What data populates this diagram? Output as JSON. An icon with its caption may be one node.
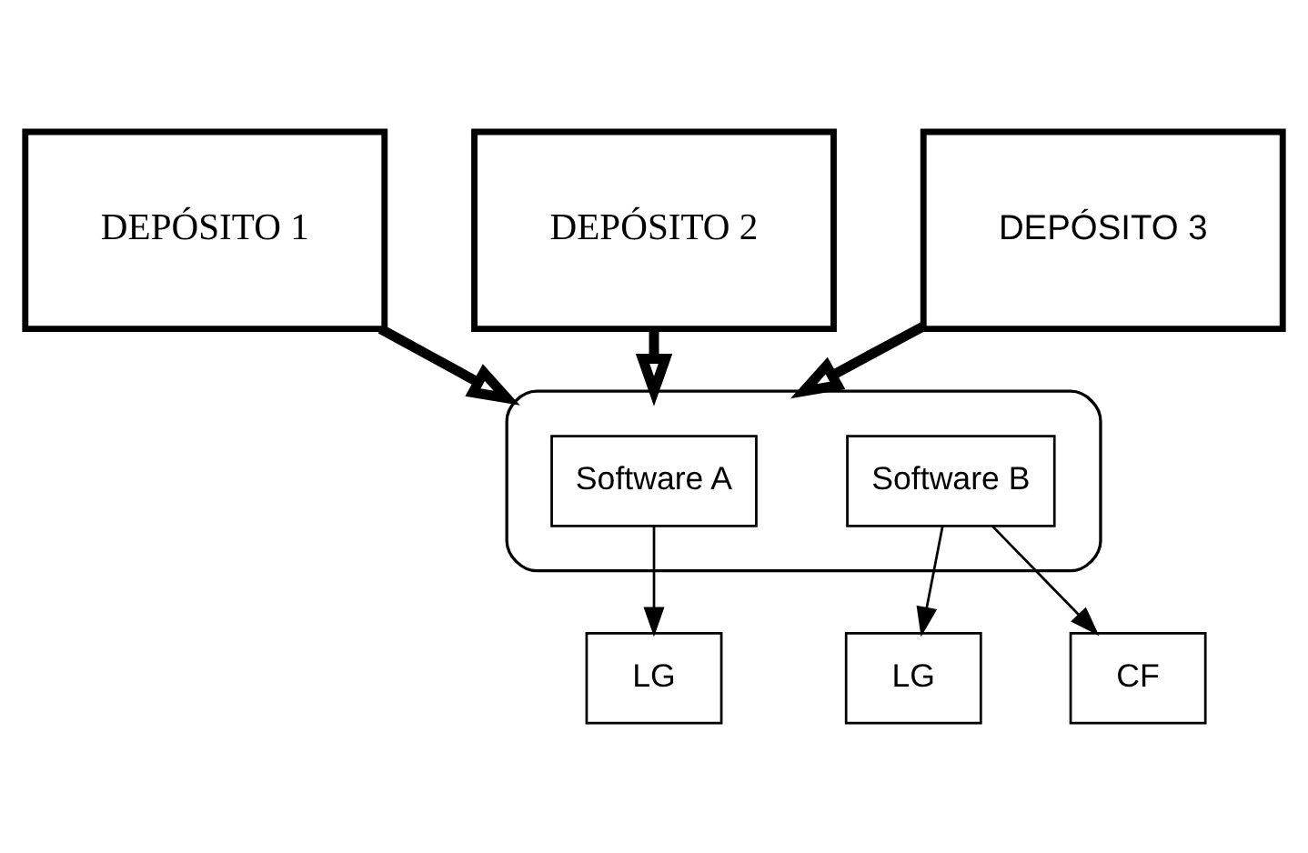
{
  "diagram": {
    "nodes": [
      {
        "text": [
          "DEPÓSITO 1"
        ]
      },
      {
        "text": [
          "DEPÓSITO 2"
        ]
      },
      {
        "text": [
          "DEPÓSITO 3"
        ]
      },
      {
        "text": [],
        "shape": "ellipse"
      },
      {
        "text": [
          "Software A"
        ],
        "in": 3
      },
      {
        "text": [
          "Software B"
        ],
        "in": 3
      },
      {
        "text": [
          "LG"
        ]
      },
      {
        "text": [
          "LG"
        ]
      },
      {
        "text": [
          "CF"
        ]
      }
    ],
    "edges": [
      {
        "from": 0,
        "to": 3,
        "arrow": "to",
        "style": "thick"
      },
      {
        "from": 1,
        "to": 3,
        "arrow": "to",
        "style": "thick"
      },
      {
        "from": 2,
        "to": 3,
        "arrow": "to",
        "style": "thick"
      },
      {
        "from": 4,
        "to": 6,
        "arrow": "to"
      },
      {
        "from": 5,
        "to": 7,
        "arrow": "to"
      },
      {
        "from": 5,
        "to": 8,
        "arrow": "to"
      }
    ]
  }
}
